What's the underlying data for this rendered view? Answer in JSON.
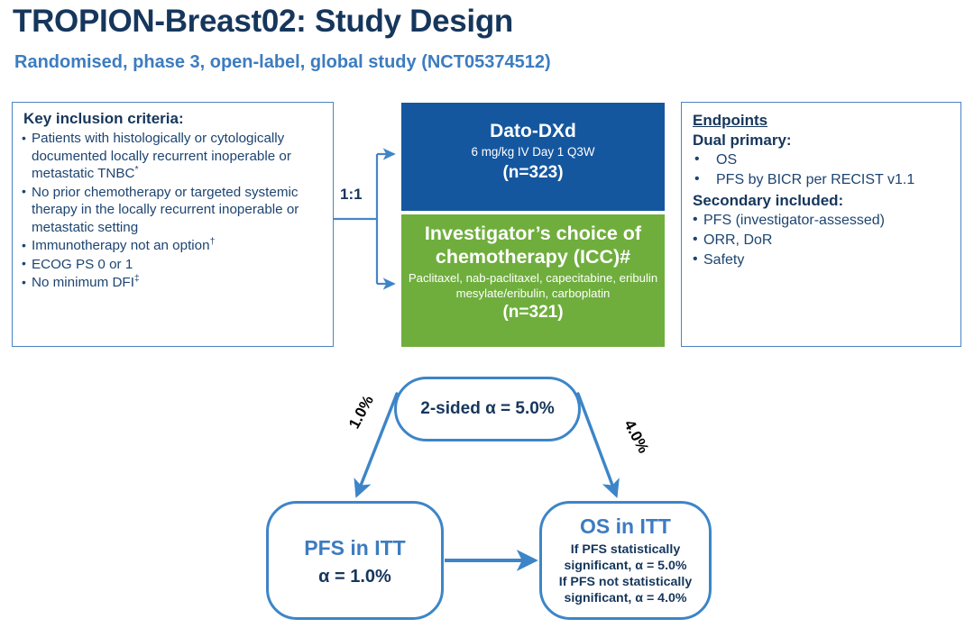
{
  "header": {
    "title": "TROPION-Breast02: Study Design",
    "subtitle": "Randomised, phase 3, open-label, global study (NCT05374512)",
    "title_color": "#16365c",
    "subtitle_color": "#3c7cc0"
  },
  "criteria": {
    "heading": "Key inclusion criteria:",
    "items": [
      "Patients with histologically or cytologically documented locally recurrent inoperable or metastatic TNBC*",
      "No prior chemotherapy or targeted systemic therapy in the locally recurrent inoperable or metastatic setting",
      "Immunotherapy not an option†",
      "ECOG PS 0 or 1",
      "No minimum DFI‡"
    ]
  },
  "randomisation": {
    "ratio": "1:1"
  },
  "arms": [
    {
      "name": "Dato-DXd",
      "dose": "6 mg/kg IV Day 1 Q3W",
      "n": "(n=323)",
      "color": "#15579f"
    },
    {
      "name": "Investigator’s choice of chemotherapy (ICC)#",
      "dose": "Paclitaxel, nab-paclitaxel, capecitabine, eribulin mesylate/eribulin, carboplatin",
      "n": "(n=321)",
      "color": "#6fae3d"
    }
  ],
  "endpoints": {
    "heading": "Endpoints",
    "primary_heading": "Dual primary:",
    "primary": [
      "OS",
      "PFS by BICR per RECIST v1.1"
    ],
    "secondary_heading": "Secondary included:",
    "secondary": [
      "PFS (investigator-assessed)",
      "ORR, DoR",
      "Safety"
    ]
  },
  "alpha_flow": {
    "top_label": "2-sided α = 5.0%",
    "left_branch_label": "1.0%",
    "right_branch_label": "4.0%",
    "pfs_box": {
      "title": "PFS in ITT",
      "detail": "α = 1.0%"
    },
    "os_box": {
      "title": "OS in ITT",
      "line1": "If PFS statistically",
      "line2": "significant, α = 5.0%",
      "line3": "If PFS not statistically",
      "line4": "significant, α = 4.0%"
    }
  },
  "palette": {
    "arrow_blue": "#3d85c8",
    "panel_border": "#4a84c4",
    "dark_navy": "#16365c",
    "body_blue": "#1d4471"
  }
}
